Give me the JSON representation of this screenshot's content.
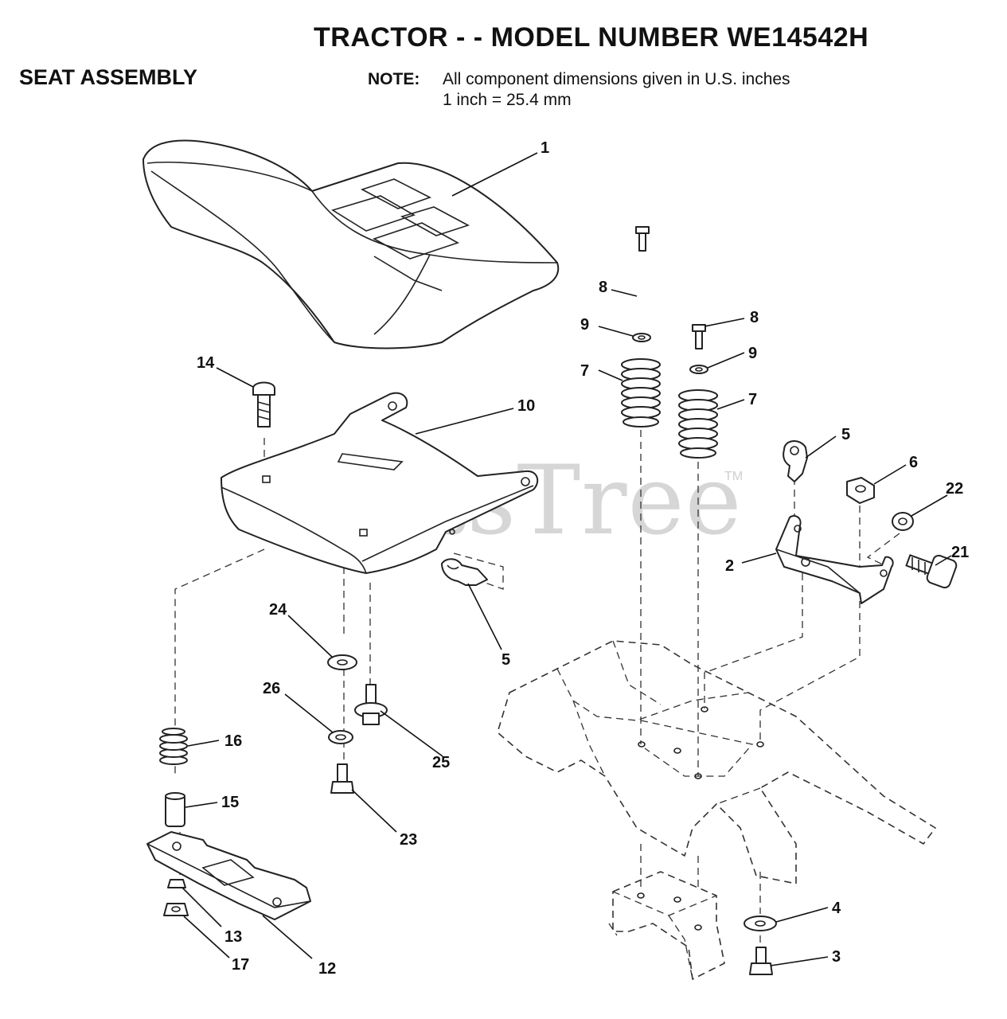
{
  "header": {
    "title": "TRACTOR - - MODEL NUMBER WE14542H",
    "section": "SEAT ASSEMBLY",
    "note_label": "NOTE:",
    "note_line1": "All component dimensions given in U.S. inches",
    "note_line2": "1 inch = 25.4 mm"
  },
  "main": {
    "watermark_name": "PartsTree",
    "watermark_tm": "TM"
  },
  "callouts": {
    "c1": "1",
    "c2": "2",
    "c3": "3",
    "c4": "4",
    "c5a": "5",
    "c5b": "5",
    "c6": "6",
    "c7a": "7",
    "c7b": "7",
    "c8a": "8",
    "c8b": "8",
    "c9a": "9",
    "c9b": "9",
    "c10": "10",
    "c12": "12",
    "c13": "13",
    "c14": "14",
    "c15": "15",
    "c16": "16",
    "c17": "17",
    "c21": "21",
    "c22": "22",
    "c23": "23",
    "c24": "24",
    "c25": "25",
    "c26": "26"
  }
}
